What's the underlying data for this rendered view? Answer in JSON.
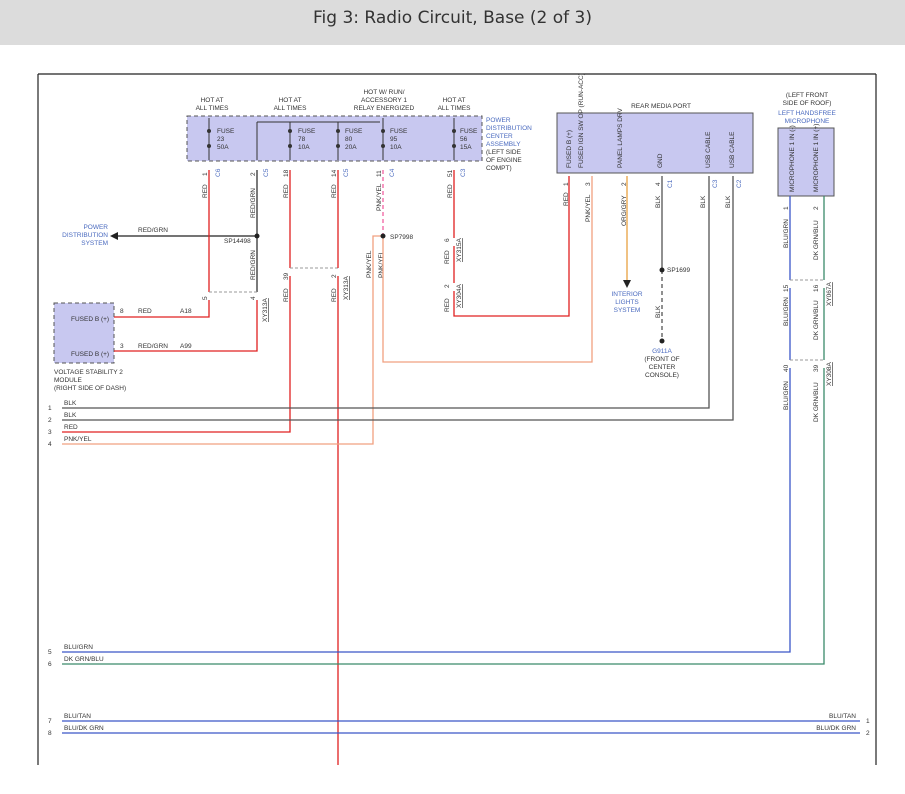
{
  "page": {
    "title": "Fig 3: Radio Circuit, Base (2 of 3)"
  },
  "pdc": {
    "hot_labels": [
      [
        "HOT AT",
        "ALL TIMES"
      ],
      [
        "HOT AT",
        "ALL TIMES"
      ],
      [
        "HOT W/ RUN/",
        "ACCESSORY 1",
        "RELAY ENERGIZED"
      ],
      [
        "HOT AT",
        "ALL TIMES"
      ]
    ],
    "fuses": [
      {
        "name": "FUSE",
        "num": "23",
        "amps": "50A"
      },
      {
        "name": "FUSE",
        "num": "78",
        "amps": "10A"
      },
      {
        "name": "FUSE",
        "num": "80",
        "amps": "20A"
      },
      {
        "name": "FUSE",
        "num": "95",
        "amps": "10A"
      },
      {
        "name": "FUSE",
        "num": "56",
        "amps": "15A"
      }
    ],
    "name_lines": [
      "POWER",
      "DISTRIBUTION",
      "CENTER",
      "ASSEMBLY"
    ],
    "location_lines": [
      "(LEFT SIDE",
      "OF ENGINE",
      "COMPT)"
    ],
    "pins": [
      "1",
      "2",
      "18",
      "14",
      "11",
      "51"
    ],
    "connectors": [
      "C6",
      "C5",
      "C5",
      "C4",
      "C3"
    ],
    "wires": [
      "RED",
      "RED/GRN",
      "RED",
      "RED",
      "PNK/YEL",
      "RED"
    ]
  },
  "media_port": {
    "title": "REAR MEDIA PORT",
    "pins": [
      {
        "label": "FUSED B (+)",
        "pin": "1",
        "wire": "RED"
      },
      {
        "label": "FUSED IGN SW OP (RUN-ACC)",
        "pin": "3",
        "wire": "PNK/YEL"
      },
      {
        "label": "PANEL LAMPS DRV",
        "pin": "2",
        "wire": "ORG/GRY"
      },
      {
        "label": "GND",
        "pin": "4",
        "wire": "BLK"
      },
      {
        "label": "USB CABLE",
        "pin": "",
        "wire": "BLK"
      },
      {
        "label": "USB CABLE",
        "pin": "",
        "wire": "BLK"
      }
    ],
    "connectors": [
      "C1",
      "C3",
      "C2"
    ]
  },
  "microphone": {
    "location_lines": [
      "(LEFT FRONT",
      "SIDE OF ROOF)"
    ],
    "name_lines": [
      "LEFT HANDSFREE",
      "MICROPHONE"
    ],
    "pins": [
      {
        "label": "MICROPHONE 1 IN (-)",
        "pin": "1",
        "wire": "BLU/GRN"
      },
      {
        "label": "MICROPHONE 1 IN (+)",
        "pin": "2",
        "wire": "DK GRN/BLU"
      }
    ],
    "conn_pins": [
      [
        "15",
        "16"
      ],
      [
        "40",
        "39"
      ]
    ],
    "connectors": [
      "XY067A",
      "XY308A"
    ]
  },
  "left": {
    "pds_lines": [
      "POWER",
      "DISTRIBUTION",
      "SYSTEM"
    ],
    "pds_wire": "RED/GRN",
    "splice_a": "SP14498",
    "splice_b": "SP7998",
    "splice_c": "SP1699",
    "lower_labels": [
      "RED/GRN",
      "RED",
      "RED",
      "PNK/YEL",
      "PNK/YEL"
    ],
    "lower_pins": [
      "5",
      "4",
      "39",
      "2",
      "6",
      "2"
    ],
    "lower_conns": [
      "XY313A",
      "XY313A",
      "XY315A",
      "XY304A"
    ],
    "lower_wires": [
      "RED",
      "RED"
    ],
    "interior": [
      "INTERIOR",
      "LIGHTS",
      "SYSTEM"
    ],
    "ground_lines": [
      "G911A",
      "(FRONT OF",
      "CENTER",
      "CONSOLE)"
    ],
    "gnd_wire": "BLK"
  },
  "vsm": {
    "rows": [
      {
        "label": "FUSED B (+)",
        "pin": "8",
        "wire": "RED",
        "circuit": "A18"
      },
      {
        "label": "FUSED B (+)",
        "pin": "3",
        "wire": "RED/GRN",
        "circuit": "A99"
      }
    ],
    "name_lines": [
      "VOLTAGE STABILITY 2",
      "MODULE",
      "(RIGHT SIDE OF DASH)"
    ]
  },
  "outputs": [
    {
      "num": "1",
      "label": "BLK",
      "color": "#555555"
    },
    {
      "num": "2",
      "label": "BLK",
      "color": "#555555"
    },
    {
      "num": "3",
      "label": "RED",
      "color": "#e02020"
    },
    {
      "num": "4",
      "label": "PNK/YEL",
      "color": "#f0a080"
    },
    {
      "num": "5",
      "label": "BLU/GRN",
      "color": "#3a56c8"
    },
    {
      "num": "6",
      "label": "DK GRN/BLU",
      "color": "#3a8a6a"
    },
    {
      "num": "7",
      "label": "BLU/TAN",
      "color": "#3a56c8"
    },
    {
      "num": "8",
      "label": "BLU/DK GRN",
      "color": "#3a56c8"
    }
  ],
  "right_outputs": [
    {
      "num": "1",
      "label": "BLU/TAN"
    },
    {
      "num": "2",
      "label": "BLU/DK GRN"
    }
  ]
}
